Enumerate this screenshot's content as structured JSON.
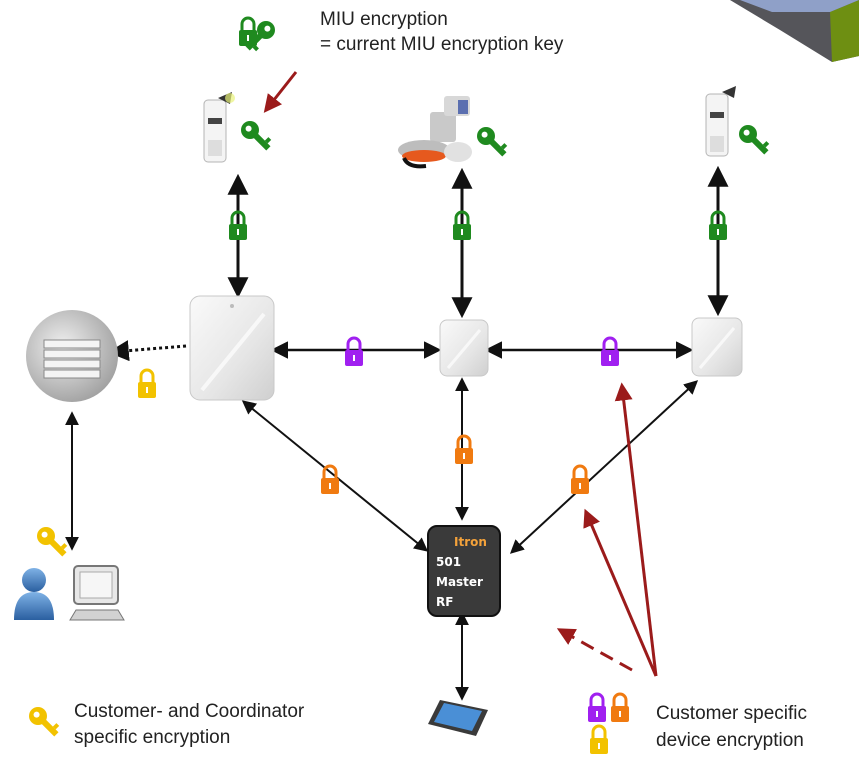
{
  "top_legend": {
    "line1": "MIU encryption",
    "line2": "= current MIU encryption key"
  },
  "master_device": {
    "brand": "Itron",
    "line1": "501",
    "line2": "Master",
    "line3": "RF"
  },
  "bottom_left_legend": {
    "line1": "Customer- and Coordinator",
    "line2": "specific encryption"
  },
  "bottom_right_legend": {
    "line1": "Customer specific",
    "line2": "device encryption"
  },
  "colors": {
    "miu_green": "#1f8a1f",
    "device_purple": "#a020f0",
    "device_orange": "#f07a10",
    "coordinator_yellow": "#f2c200",
    "arrow_red": "#9b1b1b",
    "link_black": "#111111"
  },
  "icons": [
    "lock-icon",
    "key-icon",
    "meter-icon",
    "server-icon",
    "user-icon",
    "computer-icon",
    "tablet-icon",
    "repeater-icon"
  ]
}
